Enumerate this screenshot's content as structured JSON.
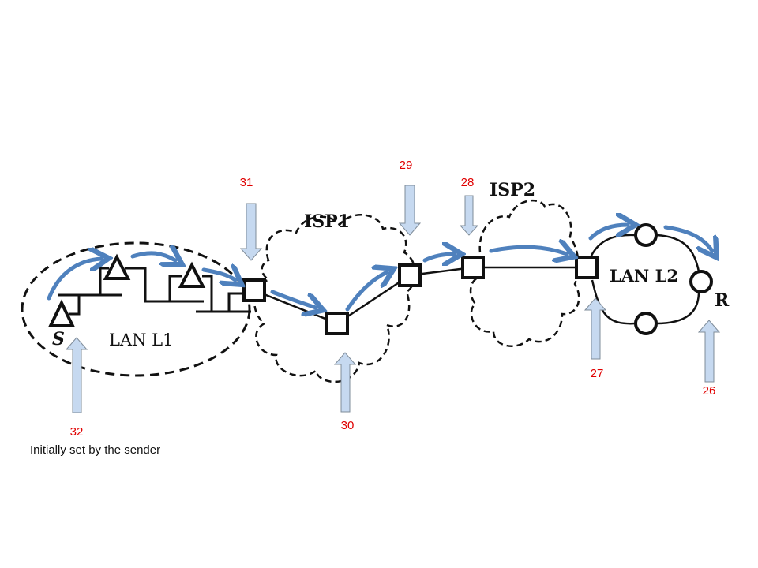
{
  "labels": {
    "isp1": "ISP1",
    "isp2": "ISP2",
    "lan1": "LAN L1",
    "lan2": "LAN L2",
    "sender": "S",
    "receiver": "R"
  },
  "ttl_values": {
    "v32": "32",
    "v31": "31",
    "v30": "30",
    "v29": "29",
    "v28": "28",
    "v27": "27",
    "v26": "26"
  },
  "note": "Initially set by the sender",
  "colors": {
    "ttl_label": "#e00000",
    "path_arrow": "#4f81bd",
    "pointer_fill": "#c6d9f0"
  }
}
